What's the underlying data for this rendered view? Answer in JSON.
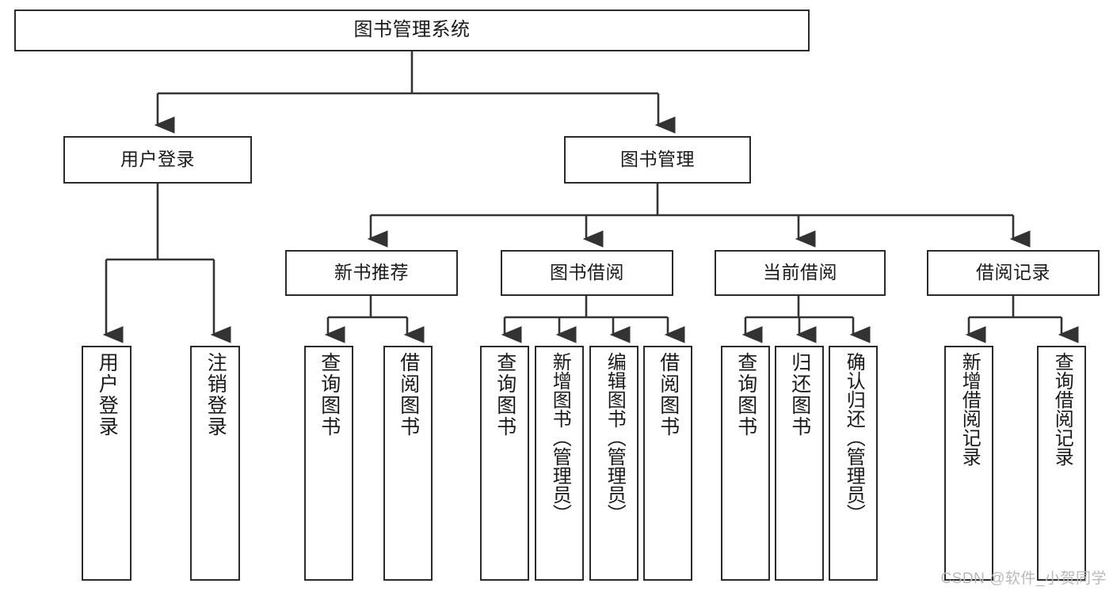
{
  "diagram": {
    "title": "图书管理系统",
    "type": "tree",
    "watermark": "CSDN @软件_小贺同学",
    "colors": {
      "box_border": "#2b2b2b",
      "box_fill": "#ffffff",
      "connector": "#333333",
      "text": "#1a1a1a",
      "watermark": "#b9b9b9"
    },
    "root": {
      "label": "图书管理系统"
    },
    "level2": [
      {
        "label": "用户登录"
      },
      {
        "label": "图书管理"
      }
    ],
    "level3": [
      {
        "label": "新书推荐"
      },
      {
        "label": "图书借阅"
      },
      {
        "label": "当前借阅"
      },
      {
        "label": "借阅记录"
      }
    ],
    "leaves": {
      "user_login": [
        {
          "label": "用户登录"
        },
        {
          "label": "注销登录"
        }
      ],
      "new_book_recommend": [
        {
          "label": "查询图书"
        },
        {
          "label": "借阅图书"
        }
      ],
      "book_borrow": [
        {
          "label": "查询图书"
        },
        {
          "label": "新增图书（管理员）"
        },
        {
          "label": "编辑图书（管理员）"
        },
        {
          "label": "借阅图书"
        }
      ],
      "current_borrow": [
        {
          "label": "查询图书"
        },
        {
          "label": "归还图书"
        },
        {
          "label": "确认归还（管理员）"
        }
      ],
      "borrow_record": [
        {
          "label": "新增借阅记录"
        },
        {
          "label": "查询借阅记录"
        }
      ]
    }
  }
}
